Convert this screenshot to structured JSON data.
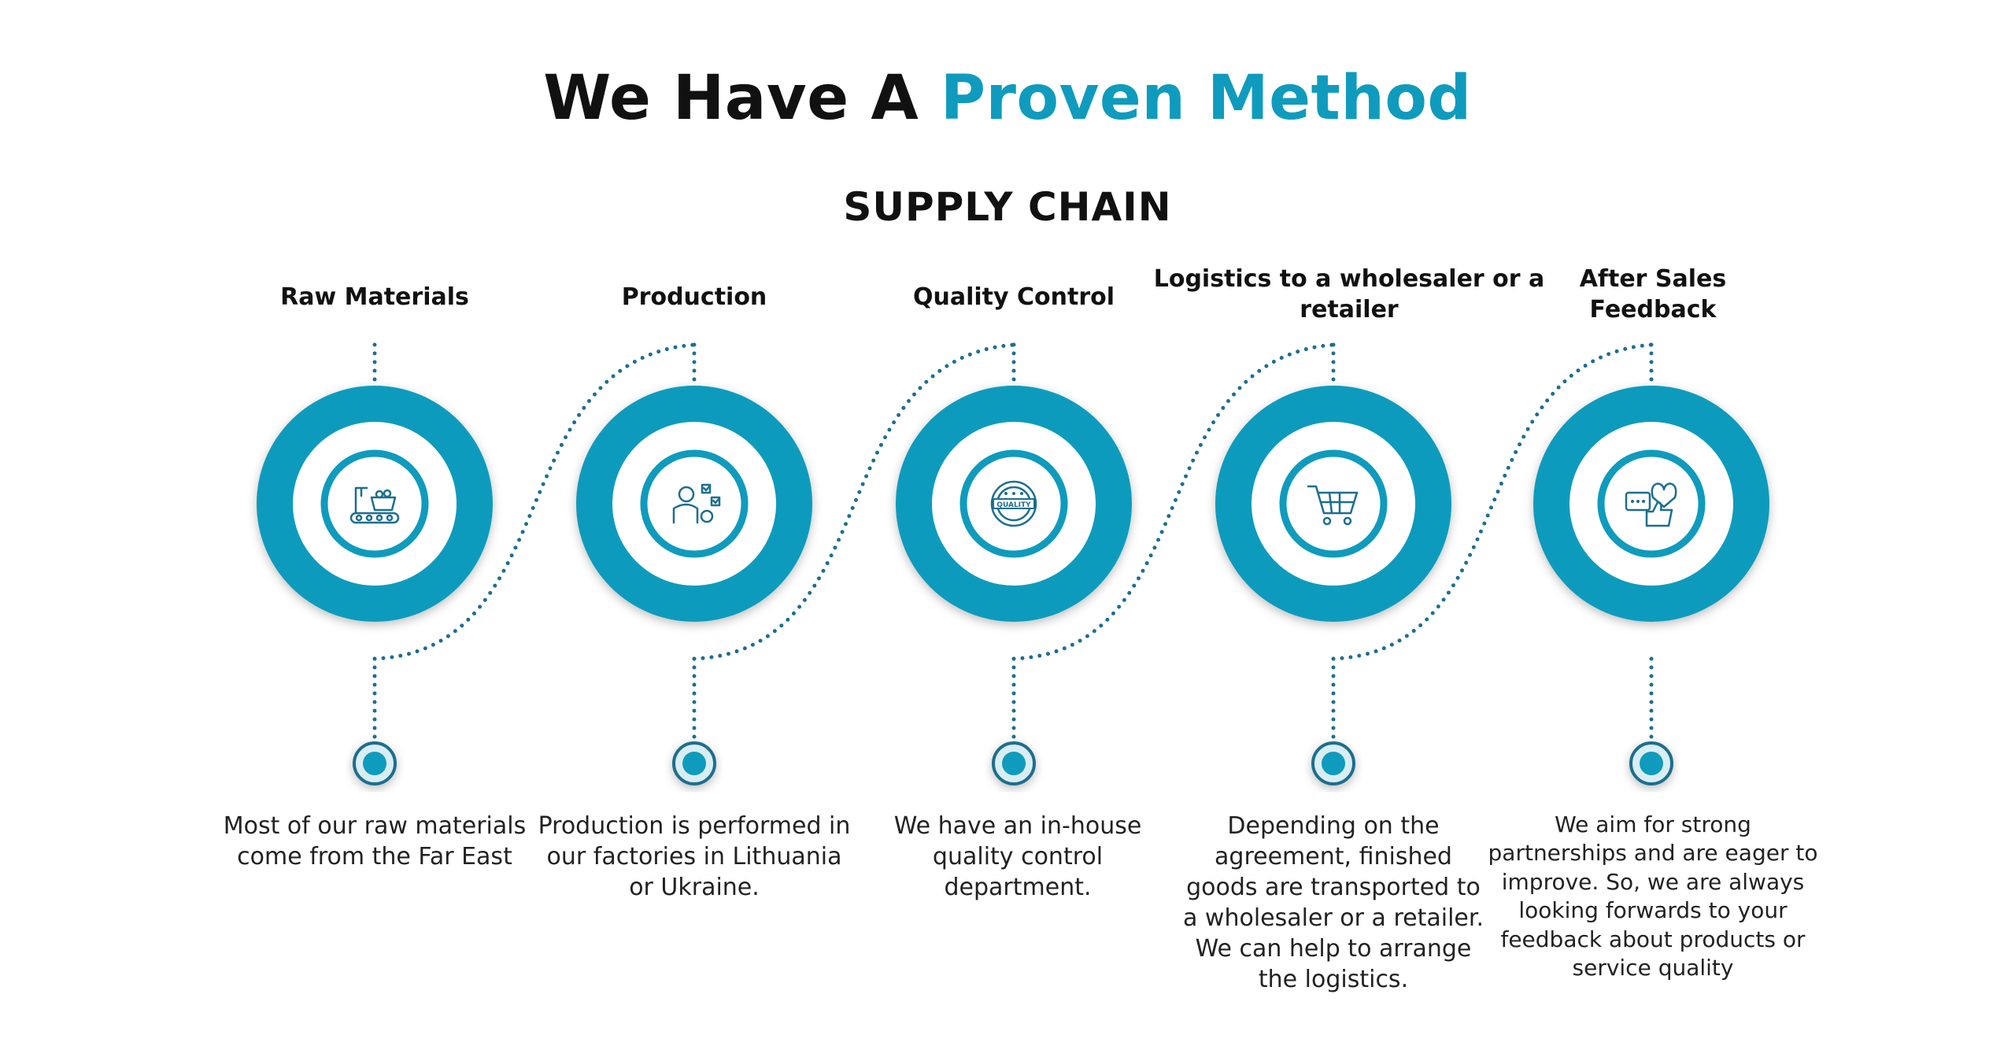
{
  "header": {
    "headline_main": "We Have A ",
    "headline_accent": "Proven Method",
    "subheadline": "SUPPLY CHAIN"
  },
  "colors": {
    "accent": "#0f9bbd",
    "dots": "#1d6e8f",
    "text": "#111111",
    "node_ring": "#1d6e8f"
  },
  "steps": [
    {
      "title": "Raw Materials",
      "icon": "conveyor-belt-raw-materials-icon",
      "description": "Most of our raw materials come from the Far East"
    },
    {
      "title": "Production",
      "icon": "factory-worker-checklist-icon",
      "description": "Production is performed in our factories in Lithuania or Ukraine."
    },
    {
      "title": "Quality Control",
      "icon": "quality-badge-icon",
      "description": "We have an in-house quality control department."
    },
    {
      "title": "Logistics to a wholesaler or a retailer",
      "icon": "shopping-cart-icon",
      "description": "Depending on the agreement,  finished goods are transported to a wholesaler or a retailer.  We can help to arrange the logistics."
    },
    {
      "title": "After Sales Feedback",
      "icon": "feedback-chat-thumbs-up-icon",
      "description": "We aim for strong partnerships and are eager to improve. So, we are always looking forwards to your feedback about products or service quality"
    }
  ]
}
